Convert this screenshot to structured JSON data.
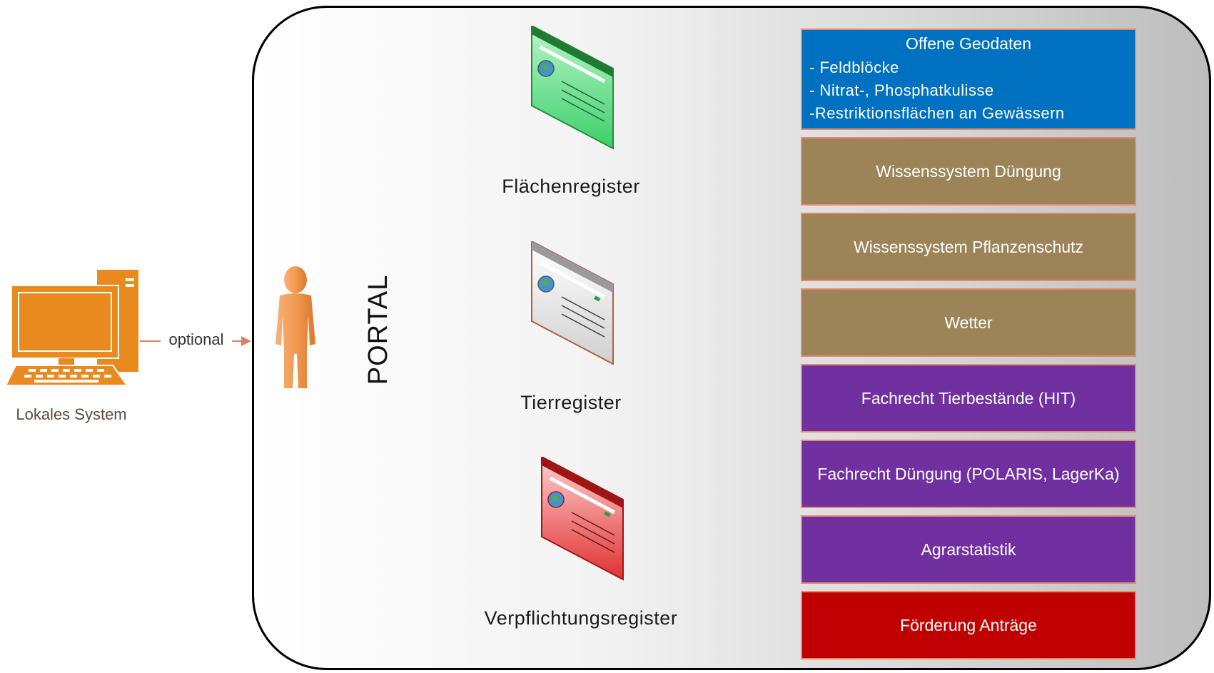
{
  "local_system": {
    "label": "Lokales System",
    "connector_label": "optional"
  },
  "portal": {
    "label": "PORTAL"
  },
  "registers": [
    {
      "label": "Flächenregister",
      "color": "#3ccf6a"
    },
    {
      "label": "Tierregister",
      "color": "#d8d8d8"
    },
    {
      "label": "Verpflichtungsregister",
      "color": "#e03030"
    }
  ],
  "services": {
    "geodata": {
      "title": "Offene Geodaten",
      "items": [
        "- Feldblöcke",
        "- Nitrat-, Phosphatkulisse",
        "-Restriktionsflächen an Gewässern"
      ],
      "color": "#0070c0"
    },
    "boxes": [
      {
        "label": "Wissenssystem Düngung",
        "color": "#9c8358"
      },
      {
        "label": "Wissenssystem Pflanzenschutz",
        "color": "#9c8358"
      },
      {
        "label": "Wetter",
        "color": "#9c8358"
      },
      {
        "label": "Fachrecht Tierbestände (HIT)",
        "color": "#7030a0"
      },
      {
        "label": "Fachrecht Düngung (POLARIS, LagerKa)",
        "color": "#7030a0"
      },
      {
        "label": "Agrarstatistik",
        "color": "#7030a0"
      },
      {
        "label": "Förderung Anträge",
        "color": "#c00000"
      }
    ]
  },
  "colors": {
    "computer": "#e88a1e",
    "person": "#f19a50",
    "border": "#000000",
    "box_border": "#e8896a"
  }
}
